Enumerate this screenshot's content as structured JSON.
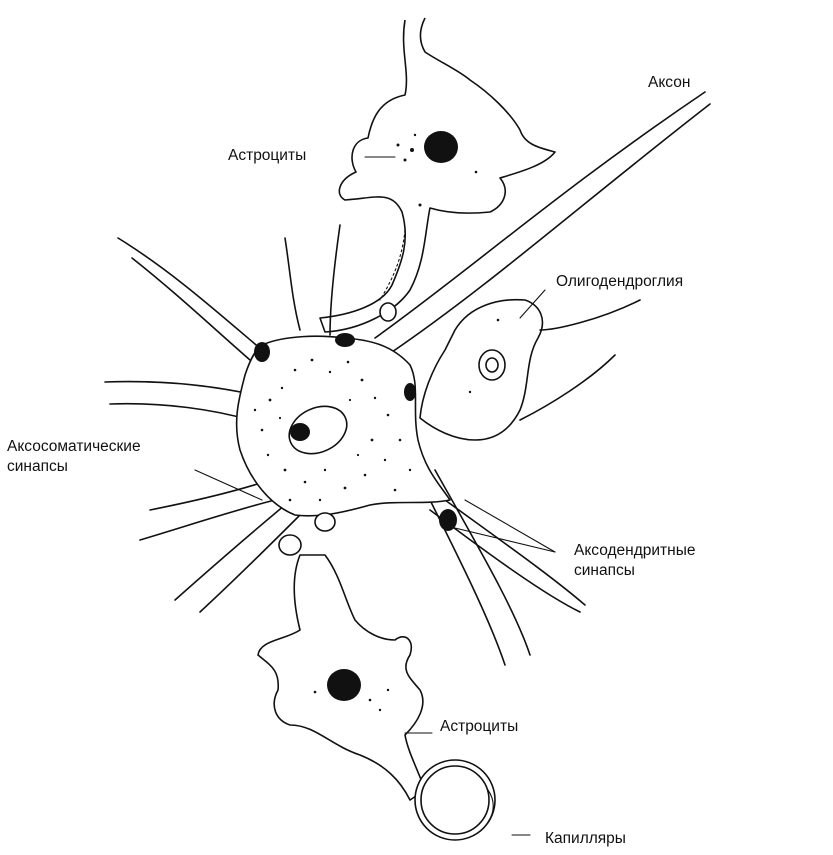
{
  "labels": {
    "axon": "Аксон",
    "astrocytes_top": "Астроциты",
    "oligodendroglia": "Олигодендроглия",
    "axosomatic_line1": "Аксосоматические",
    "axosomatic_line2": "синапсы",
    "axodendritic_line1": "Аксодендритные",
    "axodendritic_line2": "синапсы",
    "astrocytes_bottom": "Астроциты",
    "capillaries": "Капилляры"
  },
  "colors": {
    "ink": "#111111",
    "background": "#ffffff"
  }
}
